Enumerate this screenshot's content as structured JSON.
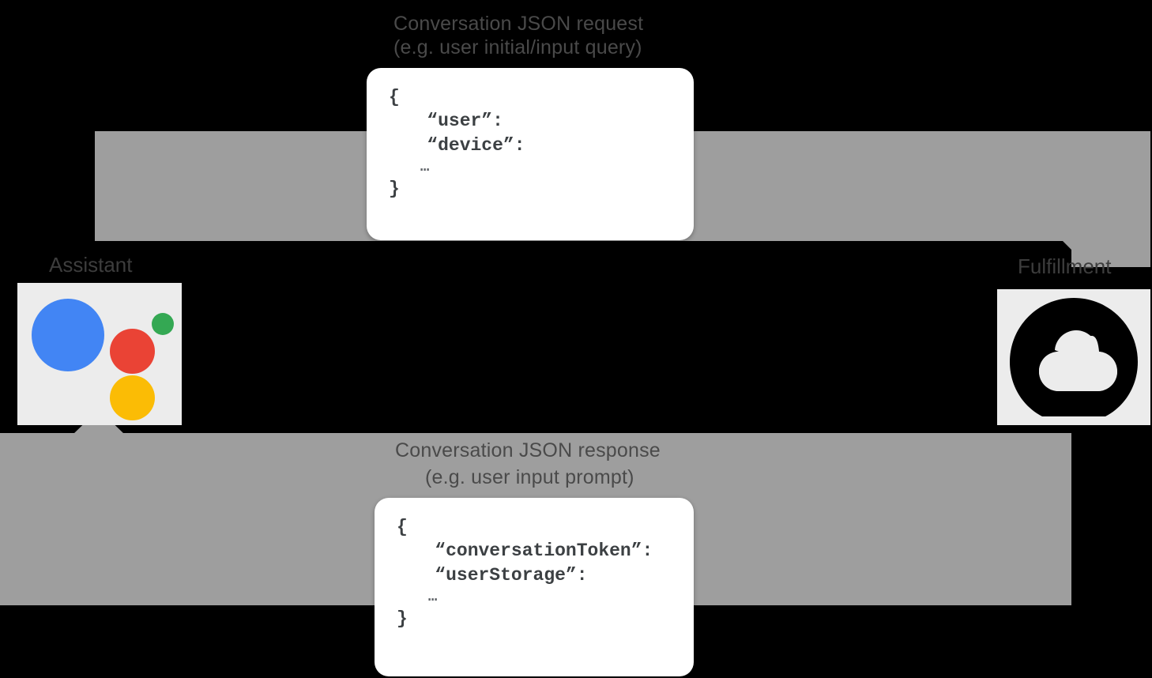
{
  "diagram": {
    "background_color": "#000000",
    "arrow_color": "#9e9e9e",
    "tile_color": "#ececec"
  },
  "nodes": {
    "assistant": {
      "label": "Assistant",
      "icon": "google-assistant-icon",
      "colors": {
        "blue": "#4285F4",
        "red": "#EA4335",
        "yellow": "#FBBC05",
        "green": "#34A853"
      }
    },
    "fulfillment": {
      "label": "Fulfillment",
      "icon": "cloud-function-icon",
      "colors": {
        "shape": "#000000",
        "tile": "#ececec"
      }
    }
  },
  "flows": {
    "request": {
      "title": "Conversation JSON request",
      "subtitle": "(e.g. user initial/input query)",
      "direction": "assistant-to-fulfillment"
    },
    "response": {
      "title": "Conversation JSON response",
      "subtitle": "(e.g. user input prompt)",
      "direction": "fulfillment-to-assistant"
    }
  },
  "cards": {
    "request_json": {
      "open_brace": "{",
      "keys": [
        "“user”:",
        "“device”:"
      ],
      "ellipsis": "…",
      "close_brace": "}"
    },
    "response_json": {
      "open_brace": "{",
      "keys": [
        "“conversationToken”:",
        "“userStorage”:"
      ],
      "ellipsis": "…",
      "close_brace": "}"
    }
  }
}
